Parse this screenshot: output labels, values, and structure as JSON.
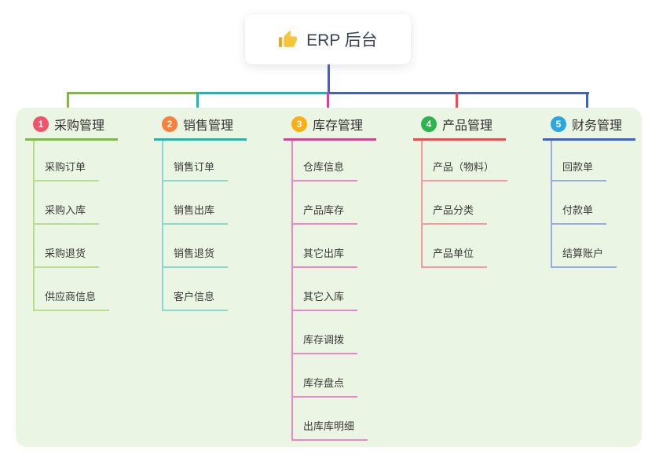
{
  "root": {
    "title": "ERP 后台",
    "icon": "thumbs-up",
    "icon_color": "#f8c53a",
    "icon_cuff_color": "#e9a822",
    "stem_color": "#4c5bd2"
  },
  "panel": {
    "background": "#eaf6e3"
  },
  "branches": [
    {
      "index": "1",
      "label": "采购管理",
      "badge_color": "#f0536a",
      "line_color": "#7cbd3e",
      "child_line_color": "#b8dc90",
      "children": [
        "采购订单",
        "采购入库",
        "采购退货",
        "供应商信息"
      ]
    },
    {
      "index": "2",
      "label": "销售管理",
      "badge_color": "#f8803d",
      "line_color": "#16bcb4",
      "child_line_color": "#8bd8d1",
      "children": [
        "销售订单",
        "销售出库",
        "销售退货",
        "客户信息"
      ]
    },
    {
      "index": "3",
      "label": "库存管理",
      "badge_color": "#fcae15",
      "line_color": "#e23a9e",
      "child_line_color": "#ee87c5",
      "children": [
        "仓库信息",
        "产品库存",
        "其它出库",
        "其它入库",
        "库存调拨",
        "库存盘点",
        "出库库明细"
      ]
    },
    {
      "index": "4",
      "label": "产品管理",
      "badge_color": "#2db44e",
      "line_color": "#f8454f",
      "child_line_color": "#f9999f",
      "children": [
        "产品（物料）",
        "产品分类",
        "产品单位"
      ]
    },
    {
      "index": "5",
      "label": "财务管理",
      "badge_color": "#2aa7e1",
      "line_color": "#3c60cf",
      "child_line_color": "#97abdf",
      "children": [
        "回款单",
        "付款单",
        "结算账户"
      ]
    }
  ]
}
